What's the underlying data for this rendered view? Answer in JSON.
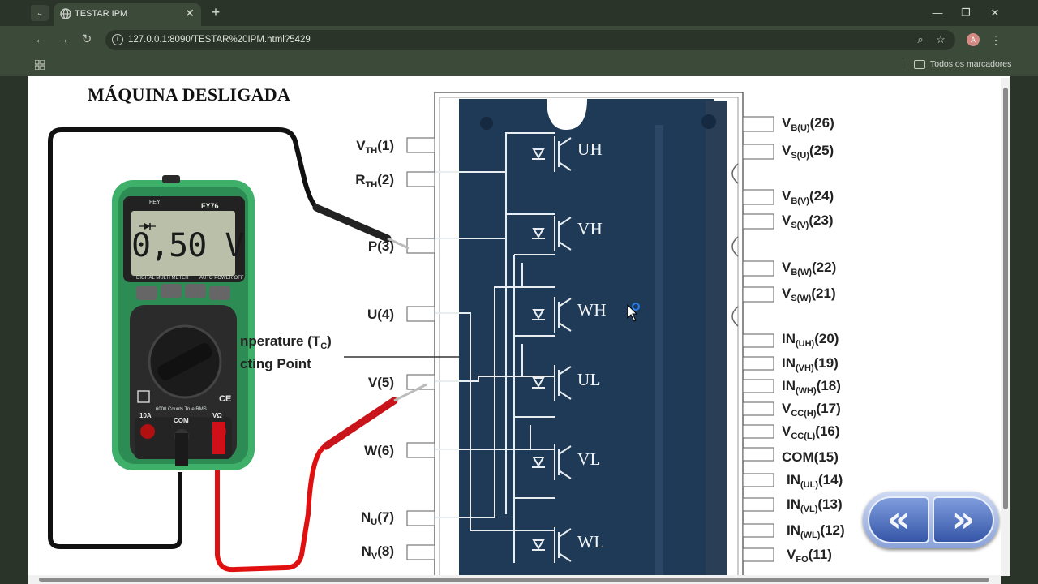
{
  "browser": {
    "tab_title": "TESTAR IPM",
    "url": "127.0.0.1:8090/TESTAR%20IPM.html?5429",
    "bookmarks_label": "Todos os marcadores",
    "avatar_letter": "A"
  },
  "page": {
    "heading": "MÁQUINA DESLIGADA",
    "tc_label_line1": "nperature (T",
    "tc_label_sub": "C",
    "tc_label_close": ")",
    "tc_label_line2": "cting Point"
  },
  "multimeter": {
    "brand": "FEYI",
    "model": "FY76",
    "reading": "0,50 V",
    "tag_dmm": "DIGITAL MULTI METER",
    "tag_auto": "AUTO POWER OFF",
    "tag_counts": "6000 Counts True RMS",
    "jack_10a": "10A",
    "jack_com": "COM",
    "jack_v": "VΩ",
    "ce": "CE"
  },
  "left_pins": [
    {
      "name": "V",
      "sub": "TH",
      "num": "(1)"
    },
    {
      "name": "R",
      "sub": "TH",
      "num": "(2)"
    },
    {
      "name": "P",
      "sub": "",
      "num": "(3)"
    },
    {
      "name": "U",
      "sub": "",
      "num": "(4)"
    },
    {
      "name": "V",
      "sub": "",
      "num": "(5)"
    },
    {
      "name": "W",
      "sub": "",
      "num": "(6)"
    },
    {
      "name": "N",
      "sub": "U",
      "num": "(7)"
    },
    {
      "name": "N",
      "sub": "V",
      "num": "(8)"
    }
  ],
  "right_pins": [
    {
      "name": "V",
      "sub": "B(U)",
      "num": "(26)"
    },
    {
      "name": "V",
      "sub": "S(U)",
      "num": "(25)"
    },
    {
      "name": "V",
      "sub": "B(V)",
      "num": "(24)"
    },
    {
      "name": "V",
      "sub": "S(V)",
      "num": "(23)"
    },
    {
      "name": "V",
      "sub": "B(W)",
      "num": "(22)"
    },
    {
      "name": "V",
      "sub": "S(W)",
      "num": "(21)"
    },
    {
      "name": "IN",
      "sub": "(UH)",
      "num": "(20)"
    },
    {
      "name": "IN",
      "sub": "(VH)",
      "num": "(19)"
    },
    {
      "name": "IN",
      "sub": "(WH)",
      "num": "(18)"
    },
    {
      "name": "V",
      "sub": "CC(H)",
      "num": "(17)"
    },
    {
      "name": "V",
      "sub": "CC(L)",
      "num": "(16)"
    },
    {
      "name": "COM",
      "sub": "",
      "num": "(15)"
    },
    {
      "name": "IN",
      "sub": "(UL)",
      "num": "(14)"
    },
    {
      "name": "IN",
      "sub": "(VL)",
      "num": "(13)"
    },
    {
      "name": "IN",
      "sub": "(WL)",
      "num": "(12)"
    },
    {
      "name": "V",
      "sub": "FO",
      "num": "(11)"
    }
  ],
  "igbts": [
    "UH",
    "VH",
    "WH",
    "UL",
    "VL",
    "WL"
  ],
  "nav": {
    "prev": "«",
    "next": "»"
  },
  "colors": {
    "module": "#1f3a57",
    "probe_red": "#e01010",
    "probe_black": "#111111",
    "meter_green": "#3fb06a"
  }
}
